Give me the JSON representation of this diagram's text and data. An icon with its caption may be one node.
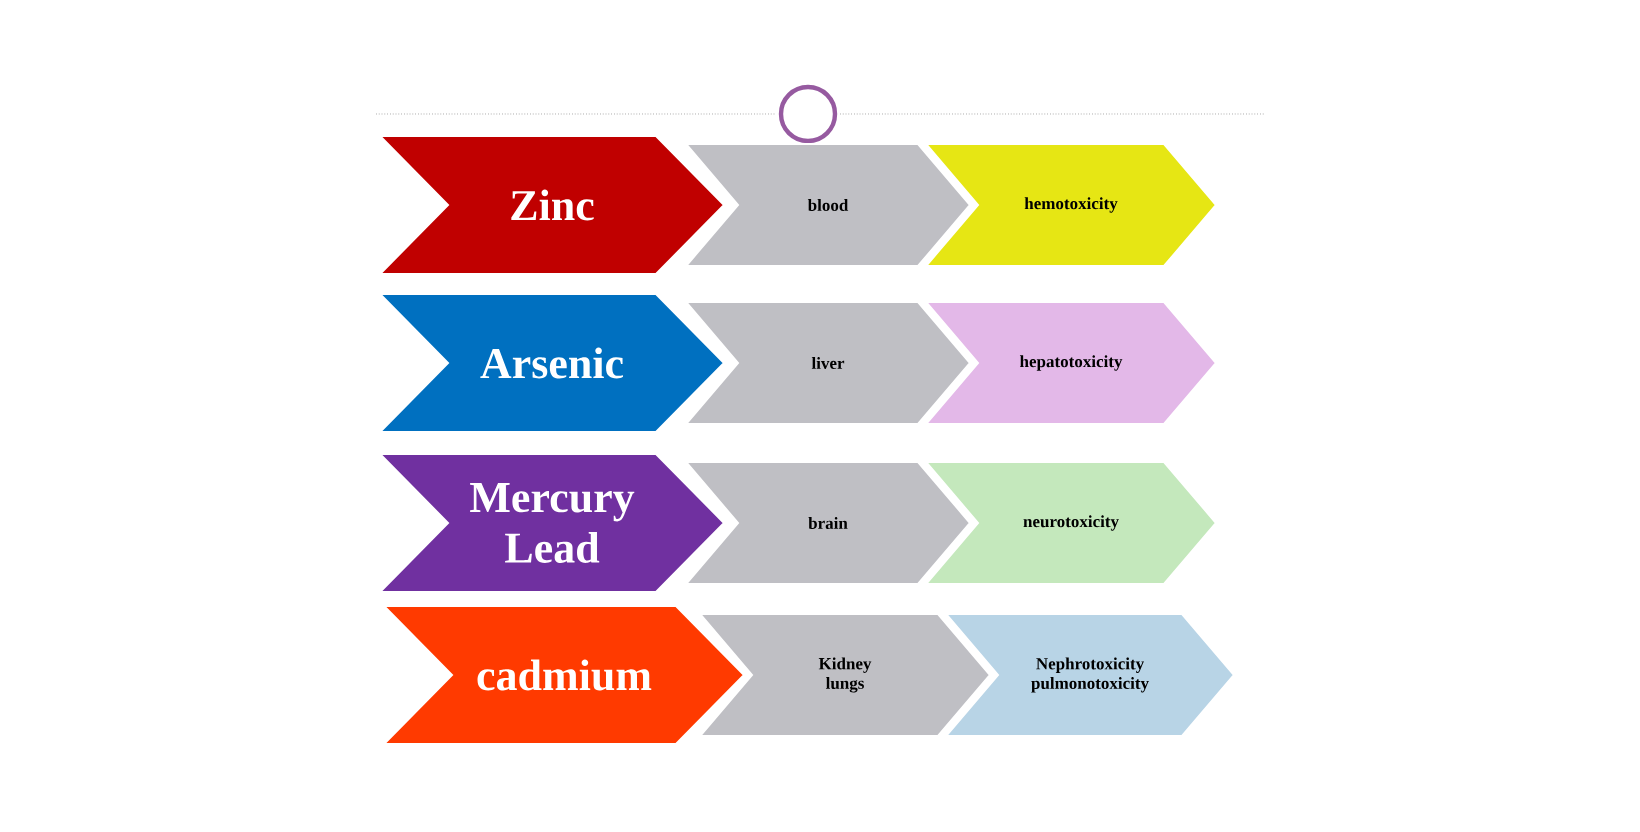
{
  "diagram": {
    "nodes": [
      {
        "text": [
          "Zinc"
        ]
      },
      {
        "text": [
          "blood"
        ]
      },
      {
        "text": [
          "hemotoxicity"
        ]
      },
      {
        "text": [
          "Arsenic"
        ]
      },
      {
        "text": [
          "liver"
        ]
      },
      {
        "text": [
          "hepatotoxicity"
        ]
      },
      {
        "text": [
          "Mercury Lead"
        ]
      },
      {
        "text": [
          "brain"
        ]
      },
      {
        "text": [
          "neurotoxicity"
        ]
      },
      {
        "text": [
          "cadmium"
        ]
      },
      {
        "text": [
          "Kidney lungs"
        ]
      },
      {
        "text": [
          "Nephrotoxicity pulmonotoxicity"
        ]
      }
    ]
  }
}
